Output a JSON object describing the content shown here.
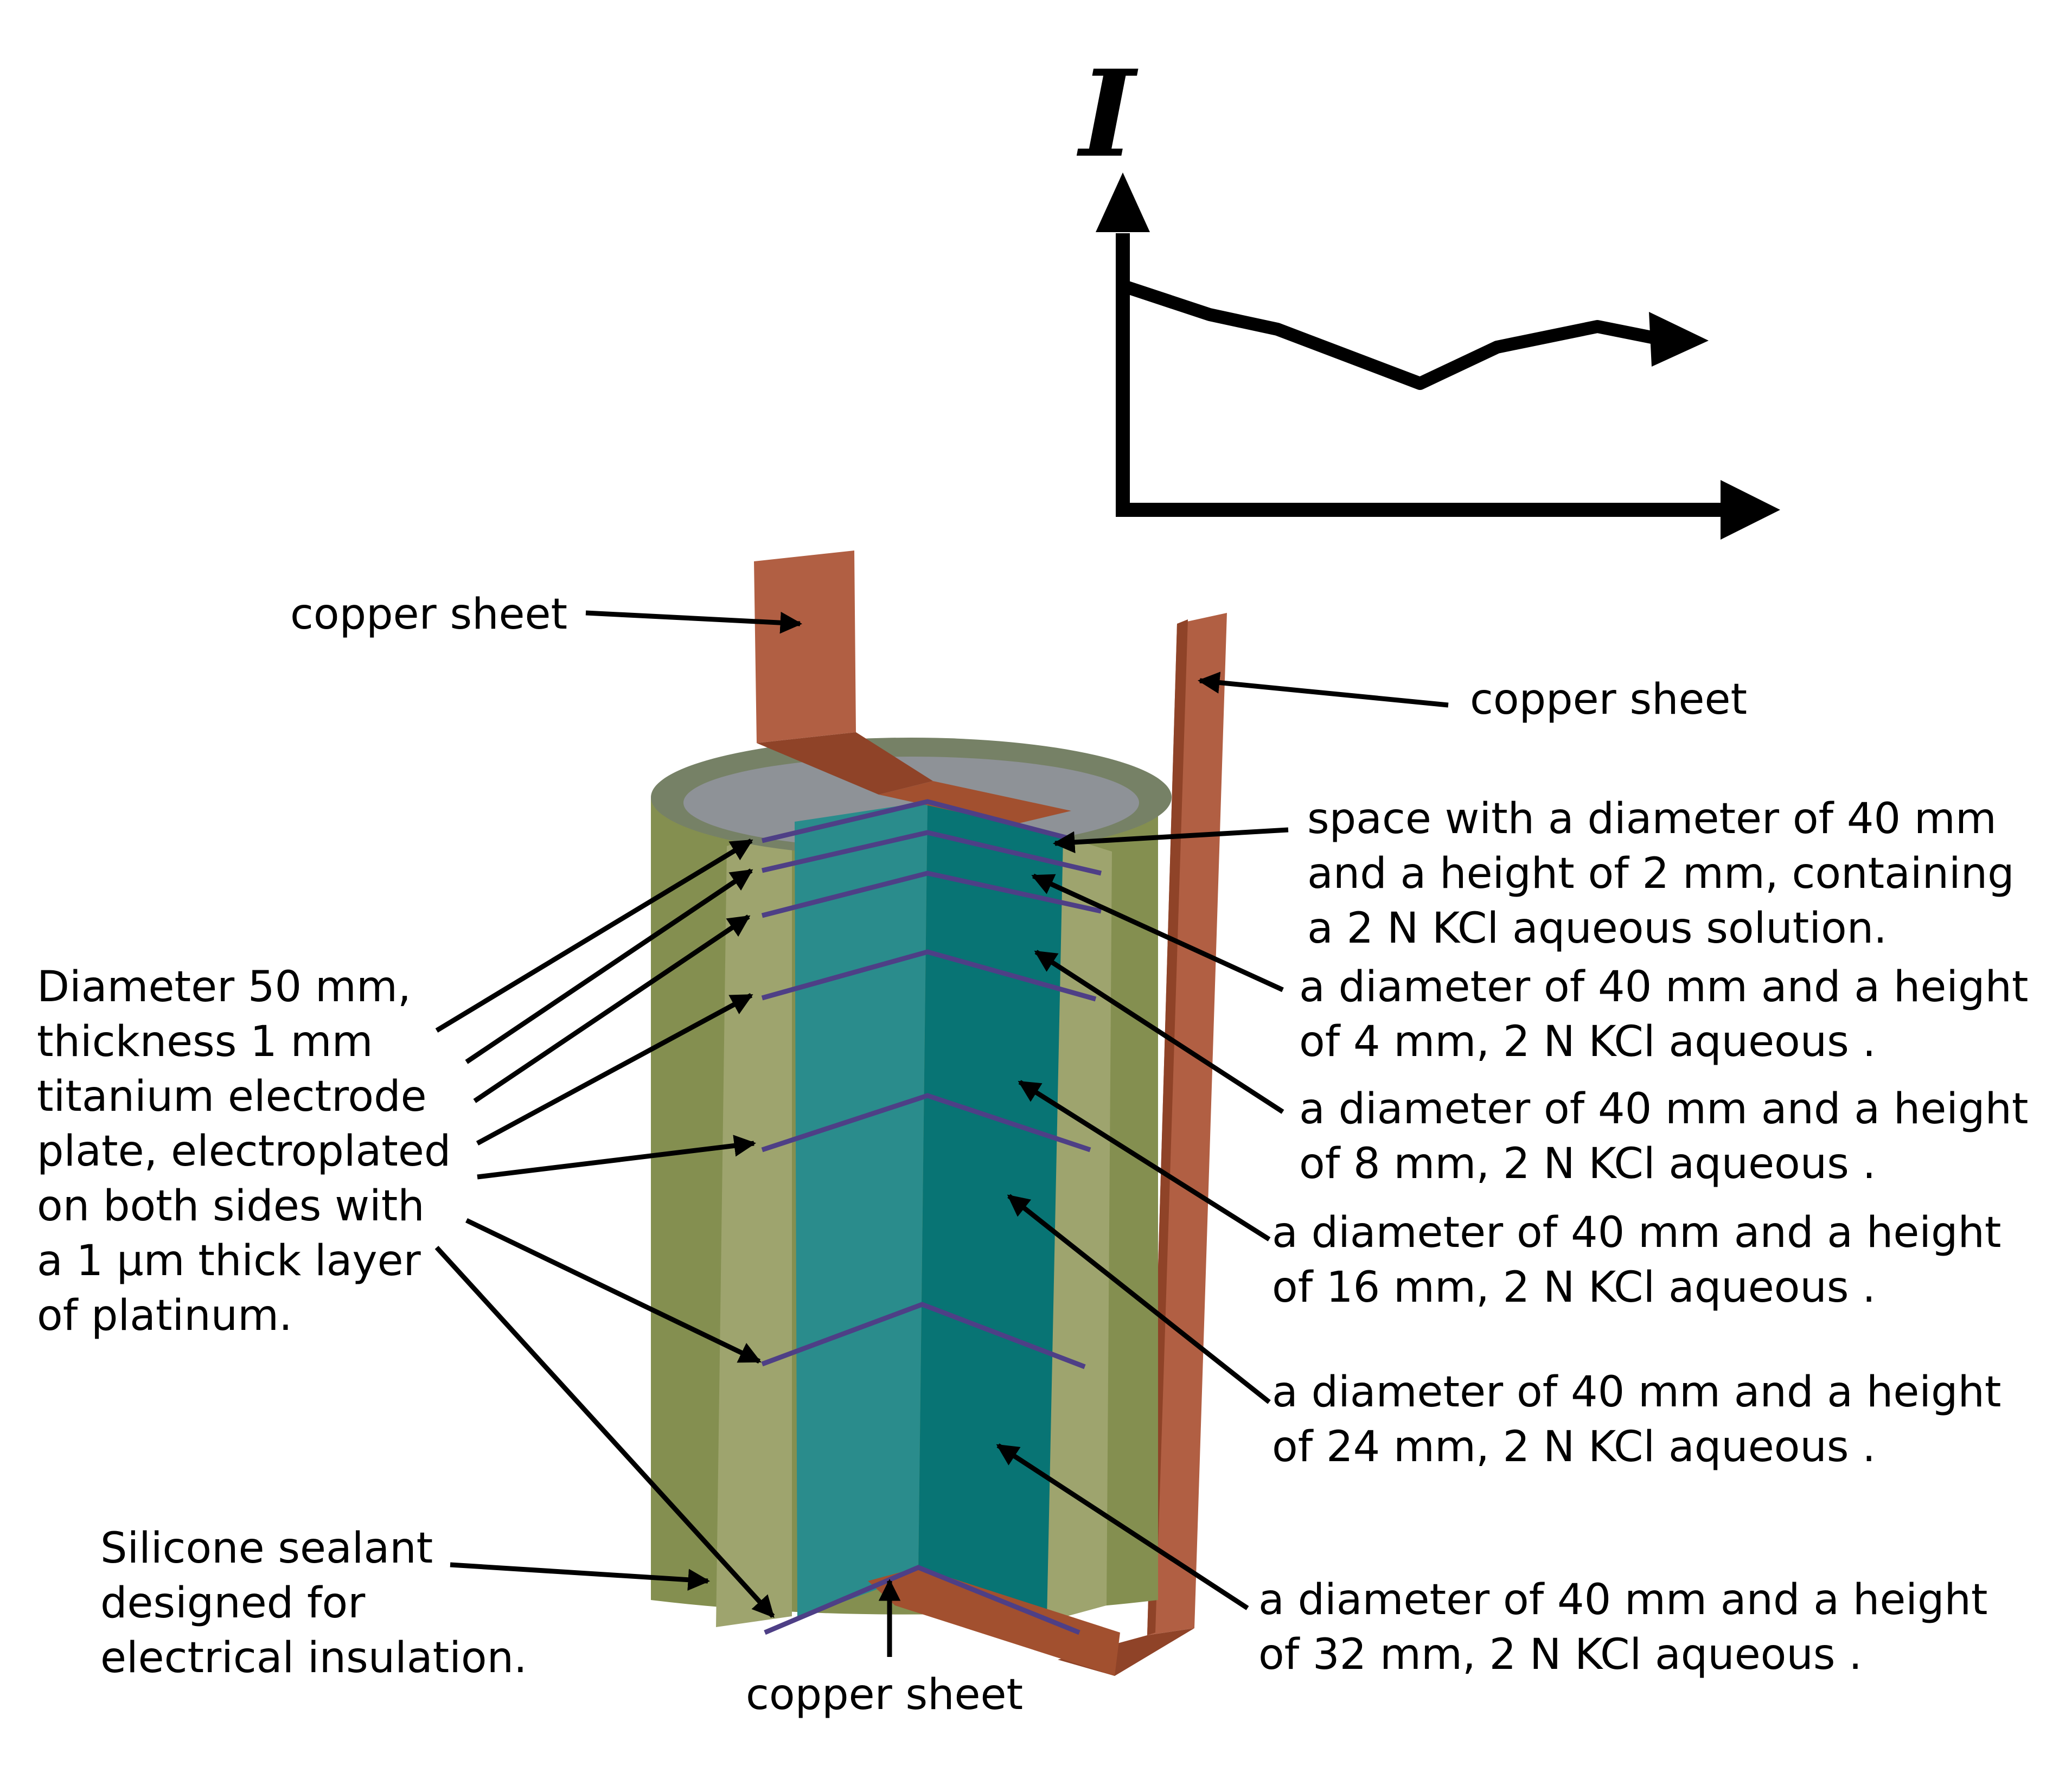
{
  "colors": {
    "copper": "#b15f43",
    "copper_dark": "#8f4328",
    "sealant": "#848f50",
    "sealant_light": "#9ea46e",
    "top_cap": "#768166",
    "cavity_top": "#8e9297",
    "solution_left": "#2a8c8c",
    "solution_right": "#087474",
    "electrode": "#4e3f86",
    "arrow": "#000000"
  },
  "graph": {
    "axis_symbol": "I",
    "has_x_label": false,
    "has_ticks": false,
    "curve_shape": "decreasing-then-rising"
  },
  "labels": {
    "copper_sheet_top": "copper sheet",
    "copper_sheet_right": "copper sheet",
    "copper_sheet_bottom": "copper sheet",
    "space_2mm": "space with a diameter of 40 mm\nand a height of 2 mm, containing\na 2 N KCl aqueous solution.",
    "layer_4mm": "a diameter of 40 mm and a height\nof 4 mm, 2 N KCl aqueous .",
    "layer_8mm": "a diameter of 40 mm and a height\nof 8 mm, 2 N KCl aqueous .",
    "layer_16mm": "a diameter of 40 mm and a height\nof 16 mm, 2 N KCl aqueous .",
    "layer_24mm": "a diameter of 40 mm and a height\nof 24 mm, 2 N KCl aqueous .",
    "layer_32mm": "a diameter of 40 mm and a height\nof 32 mm, 2 N KCl aqueous .",
    "electrode_plate": "Diameter 50 mm,\nthickness 1 mm\ntitanium electrode\nplate, electroplated\non both sides with\na 1 μm thick layer\nof platinum.",
    "sealant": "Silicone sealant\ndesigned for\nelectrical insulation."
  }
}
